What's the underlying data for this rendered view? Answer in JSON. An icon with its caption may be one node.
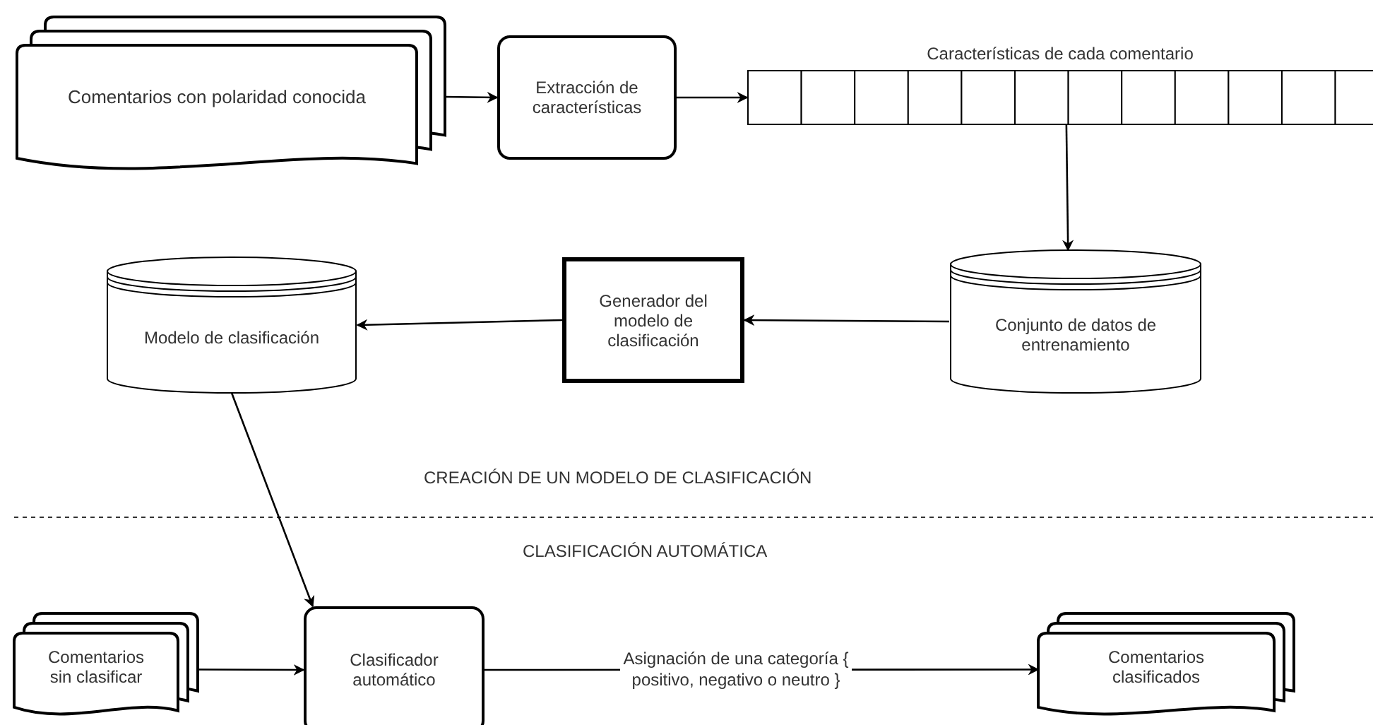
{
  "diagram": {
    "nodes": [
      {
        "text": [
          "Comentarios con polaridad conocida"
        ]
      },
      {
        "text": [
          "Extracción de características"
        ]
      },
      {
        "text": [
          "Características de cada comentario"
        ]
      },
      {
        "text": [
          "Conjunto de datos de entrenamiento"
        ]
      },
      {
        "text": [
          "Generador del modelo de clasificación"
        ]
      },
      {
        "text": [
          "Modelo de clasificación"
        ]
      },
      {
        "text": [
          "Comentarios sin clasificar"
        ]
      },
      {
        "text": [
          "Clasificador automático"
        ]
      },
      {
        "text": [
          "Comentarios clasificados"
        ]
      }
    ],
    "edges": [
      {
        "from": 0,
        "to": 1,
        "arrow": "to"
      },
      {
        "from": 1,
        "to": 2,
        "arrow": "to"
      },
      {
        "from": 2,
        "to": 3,
        "arrow": "to"
      },
      {
        "from": 3,
        "to": 4,
        "arrow": "to"
      },
      {
        "from": 4,
        "to": 5,
        "arrow": "to"
      },
      {
        "from": 5,
        "to": 7,
        "arrow": "to"
      },
      {
        "from": 6,
        "to": 7,
        "arrow": "to"
      },
      {
        "from": 7,
        "to": 8,
        "arrow": "to",
        "label": "Asignación de una categoría { positivo, negativo o neutro }"
      }
    ],
    "labels": [
      "CREACIÓN DE UN MODELO DE CLASIFICACIÓN",
      "CLASIFICACIÓN AUTOMÁTICA"
    ]
  }
}
